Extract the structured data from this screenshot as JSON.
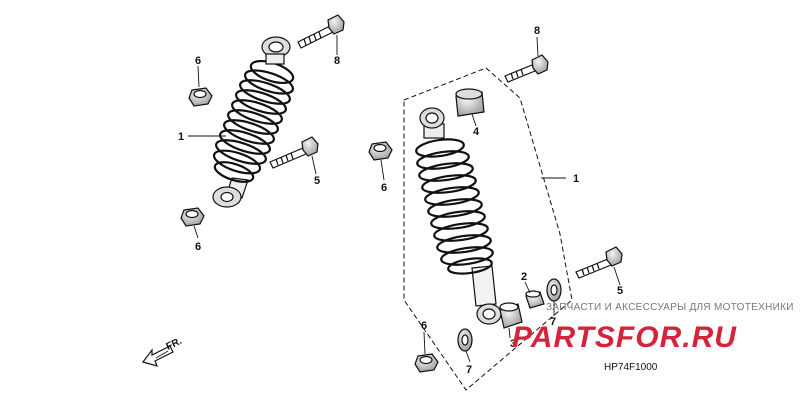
{
  "diagram": {
    "callouts": {
      "a_left_shock": "1",
      "b_left_top_nut": "6",
      "c_left_bottom_nut": "6",
      "d_left_top_bolt": "8",
      "e_left_mid_bolt": "5",
      "f_right_top_bolt": "8",
      "g_right_bushing": "4",
      "h_right_shock": "1",
      "i_right_nut": "6",
      "j_right_collar": "2",
      "k_right_lower_bolt": "5",
      "l_right_washer_a": "7",
      "m_right_bush_lower": "3",
      "n_right_washer_b": "7",
      "o_bottom_nut": "6"
    },
    "direction_label": "FR.",
    "part_number": "HP74F1000"
  },
  "watermark": {
    "tagline": "ЗАПЧАСТИ И АКСЕССУАРЫ ДЛЯ МОТОТЕХНИКИ",
    "brand": "PARTSFOR.RU"
  },
  "colors": {
    "line": "#111111",
    "brand_red": "#d6233c",
    "brand_gray": "#777777"
  }
}
